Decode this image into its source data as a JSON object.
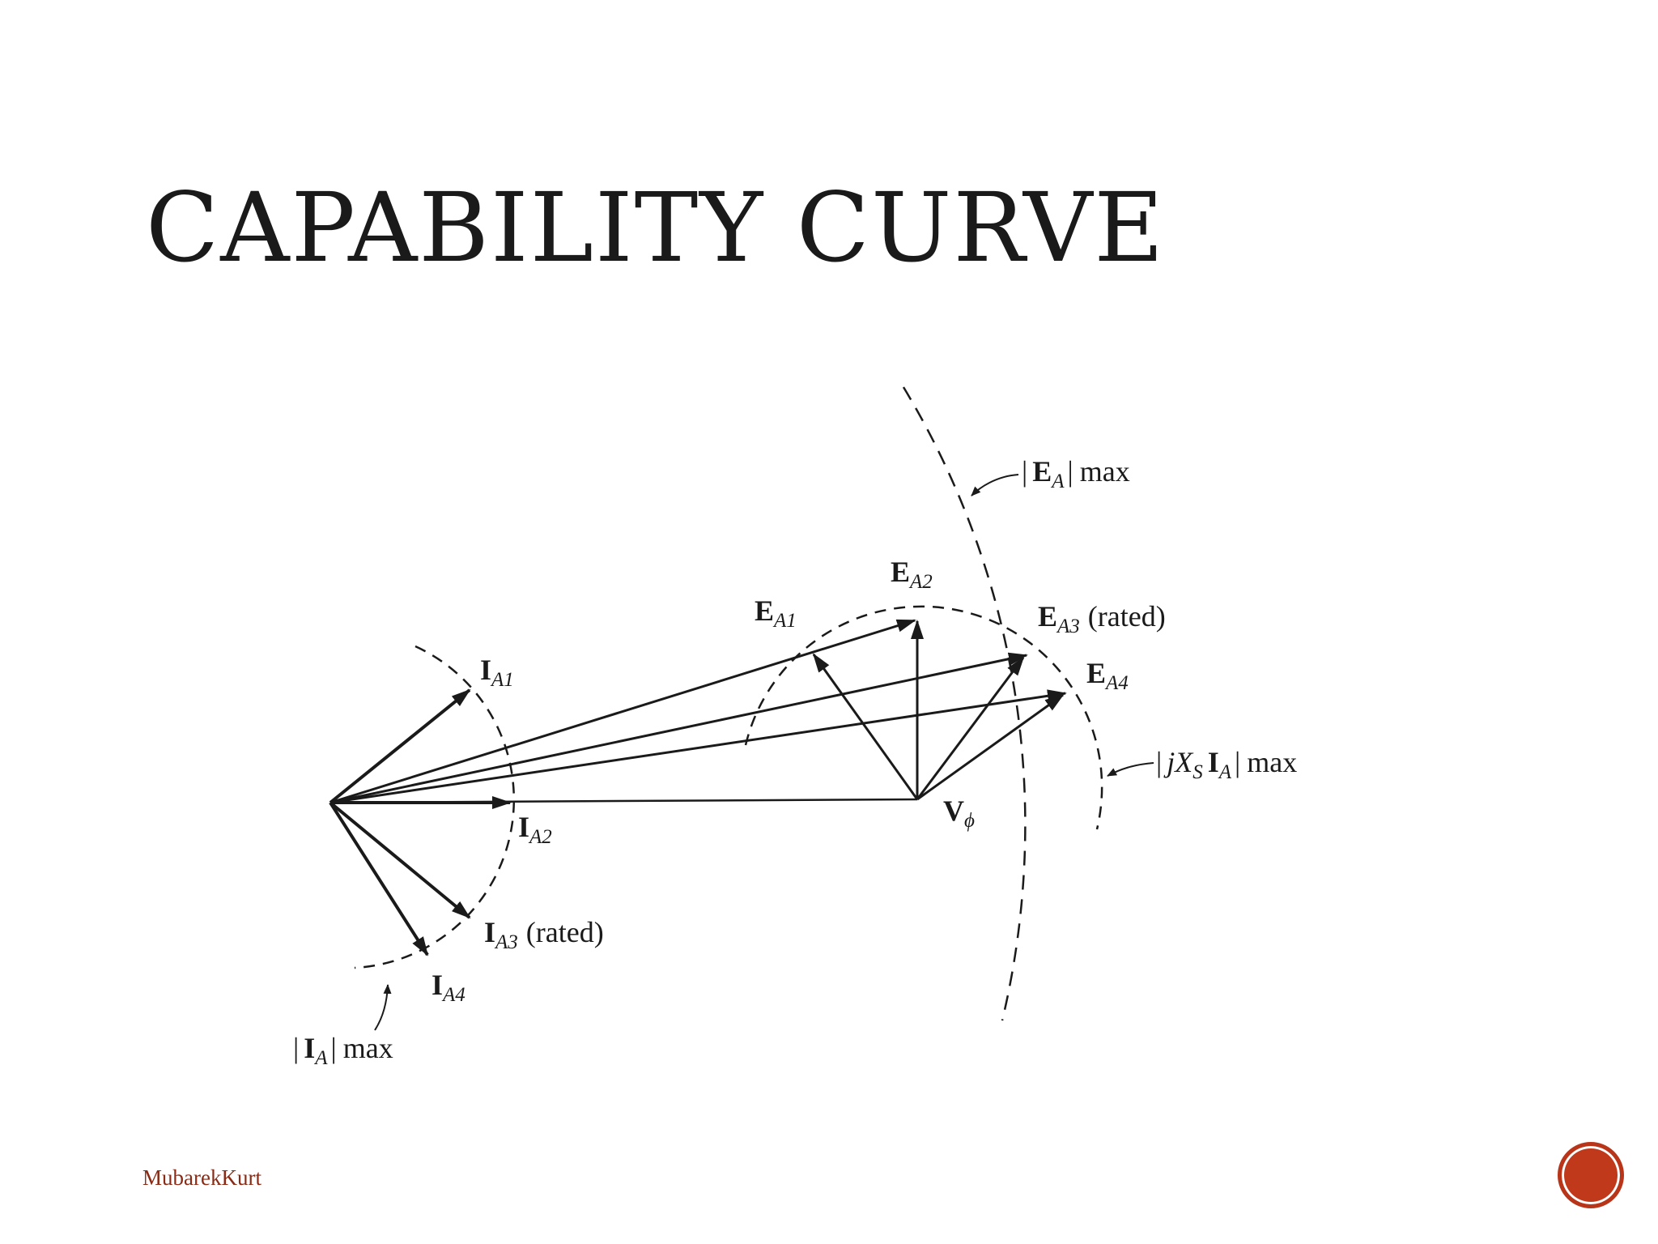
{
  "slide": {
    "title": "CAPABILITY CURVE",
    "footer": "MubarekKurt"
  },
  "diagram": {
    "labels": {
      "ia1": {
        "main": "I",
        "sub": "A1"
      },
      "ia2": {
        "main": "I",
        "sub": "A2"
      },
      "ia3": {
        "main": "I",
        "sub": "A3",
        "note": "(rated)"
      },
      "ia4": {
        "main": "I",
        "sub": "A4"
      },
      "ia_max": {
        "bar_open": "|",
        "main": "I",
        "sub": "A",
        "bar_close": "|",
        "note": "max"
      },
      "ea1": {
        "main": "E",
        "sub": "A1"
      },
      "ea2": {
        "main": "E",
        "sub": "A2"
      },
      "ea3": {
        "main": "E",
        "sub": "A3",
        "note": "(rated)"
      },
      "ea4": {
        "main": "E",
        "sub": "A4"
      },
      "ea_max": {
        "bar_open": "|",
        "main": "E",
        "sub": "A",
        "bar_close": "|",
        "note": "max"
      },
      "v_phi": {
        "main": "V",
        "sub": "ϕ"
      },
      "jxs_max": {
        "bar_open": "|",
        "j": "jX",
        "s_sub": "S",
        "main": "I",
        "sub": "A",
        "bar_close": "|",
        "note": "max"
      }
    }
  }
}
